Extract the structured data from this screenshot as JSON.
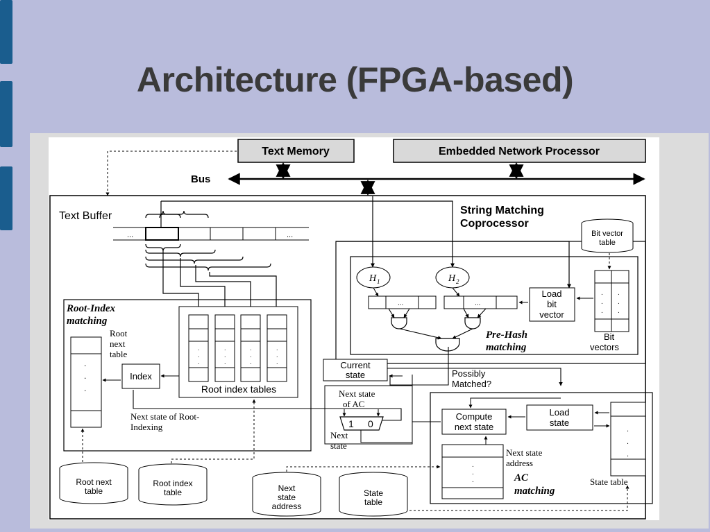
{
  "slide": {
    "title": "Architecture (FPGA-based)"
  },
  "diagram": {
    "text_memory": "Text Memory",
    "network_processor": "Embedded Network Processor",
    "bus": "Bus",
    "text_buffer": "Text Buffer",
    "ellipsis": "...",
    "coprocessor_line1": "String Matching",
    "coprocessor_line2": "Coprocessor",
    "bit_vector_table_line1": "Bit vector",
    "bit_vector_table_line2": "table",
    "h1": "H",
    "h1_sub": "1",
    "h2": "H",
    "h2_sub": "2",
    "load_bit_vector": [
      "Load",
      "bit",
      "vector"
    ],
    "bit_vectors": [
      "Bit",
      "vectors"
    ],
    "pre_hash": [
      "Pre-Hash",
      "matching"
    ],
    "root_index_matching": [
      "Root-Index",
      "matching"
    ],
    "root_next_table_label": [
      "Root",
      "next",
      "table"
    ],
    "index": "Index",
    "root_index_tables": "Root index tables",
    "current_state": [
      "Current",
      "state"
    ],
    "possibly_matched": [
      "Possibly",
      "Matched?"
    ],
    "next_state_ac": [
      "Next state",
      "of AC"
    ],
    "mux_one": "1",
    "mux_zero": "0",
    "next_state": [
      "Next",
      "state"
    ],
    "next_state_root": [
      "Next state of Root-",
      "Indexing"
    ],
    "compute_next_state": [
      "Compute",
      "next state"
    ],
    "load_state": [
      "Load",
      "state"
    ],
    "next_state_address_label": [
      "Next state",
      "address"
    ],
    "ac_matching": [
      "AC",
      "matching"
    ],
    "state_table_label": "State table",
    "db_root_next": [
      "Root next",
      "table"
    ],
    "db_root_index": [
      "Root index",
      "table"
    ],
    "db_next_state_address": [
      "Next",
      "state",
      "address"
    ],
    "db_state_table": [
      "State",
      "table"
    ],
    "dot": "."
  },
  "colors": {
    "background": "#b9bcdc",
    "tab": "#1a5d8e",
    "title": "#3a3a3a",
    "panel": "#dcdcdc",
    "header_box": "#d9d9d9"
  }
}
